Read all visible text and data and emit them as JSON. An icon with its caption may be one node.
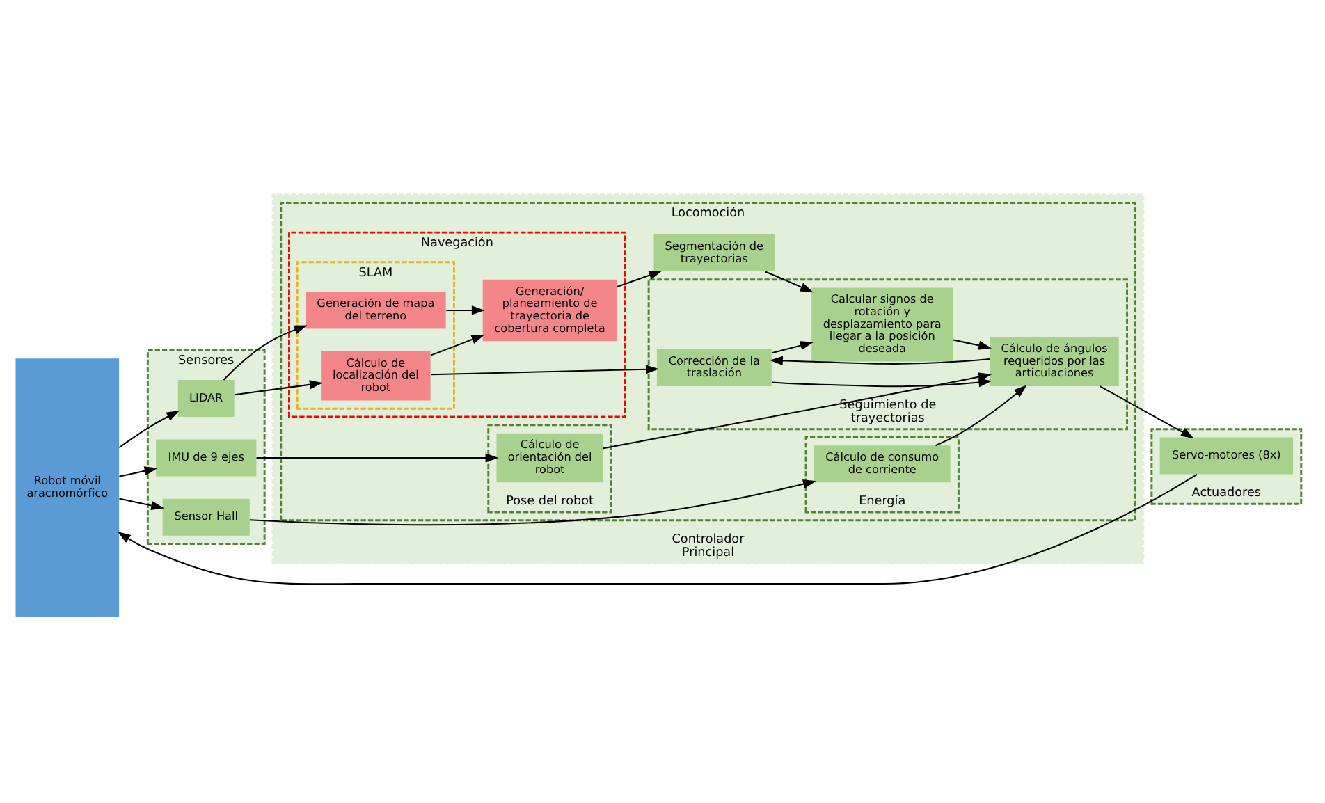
{
  "diagram": {
    "nodes": [
      {
        "text": [
          "Robot móvil aracnomórfico"
        ]
      },
      {
        "text": [
          "Sensores"
        ]
      },
      {
        "text": [
          "LIDAR"
        ],
        "in": 1
      },
      {
        "text": [
          "IMU de 9 ejes"
        ],
        "in": 1
      },
      {
        "text": [
          "Sensor Hall"
        ],
        "in": 1
      },
      {
        "text": [
          "Actuadores"
        ]
      },
      {
        "text": [
          "Servo-motores (8x)"
        ],
        "in": 5
      },
      {
        "text": [
          "Controlador Principal"
        ]
      },
      {
        "text": [
          "Locomoción"
        ],
        "in": 7
      },
      {
        "text": [
          "Navegación"
        ],
        "in": 8
      },
      {
        "text": [
          "SLAM"
        ],
        "in": 9
      },
      {
        "text": [
          "Generación de mapa del terreno"
        ],
        "in": 10
      },
      {
        "text": [
          "Cálculo de localización del robot"
        ],
        "in": 10
      },
      {
        "text": [
          "Generación/ planeamiento de trayectoria de cobertura completa"
        ],
        "in": 9
      },
      {
        "text": [
          "Segmentación de trayectorias"
        ],
        "in": 8
      },
      {
        "text": [
          "Pose del robot"
        ],
        "in": 8
      },
      {
        "text": [
          "Cálculo de orientación del robot"
        ],
        "in": 15
      },
      {
        "text": [
          "Energía"
        ],
        "in": 8
      },
      {
        "text": [
          "Cálculo de consumo de corriente"
        ],
        "in": 17
      },
      {
        "text": [
          "Seguimiento de trayectorias"
        ],
        "in": 8
      },
      {
        "text": [
          "Corrección de la traslación"
        ],
        "in": 19
      },
      {
        "text": [
          "Cálculo de ángulos requeridos por las articulaciones"
        ],
        "in": 19
      },
      {
        "text": [
          "Calcular signos de rotación y desplazamiento para llegar a la posición deseada"
        ],
        "in": 19
      }
    ],
    "edges": [
      {
        "from": 0,
        "to": 2,
        "arrow": "to"
      },
      {
        "from": 0,
        "to": 3,
        "arrow": "to"
      },
      {
        "from": 0,
        "to": 4,
        "arrow": "to"
      },
      {
        "from": 2,
        "to": 11,
        "arrow": "to"
      },
      {
        "from": 2,
        "to": 12,
        "arrow": "to"
      },
      {
        "from": 3,
        "to": 16,
        "arrow": "to"
      },
      {
        "from": 4,
        "to": 18,
        "arrow": "to"
      },
      {
        "from": 11,
        "to": 13,
        "arrow": "to"
      },
      {
        "from": 12,
        "to": 13,
        "arrow": "to"
      },
      {
        "from": 12,
        "to": 20,
        "arrow": "to"
      },
      {
        "from": 13,
        "to": 14,
        "arrow": "to"
      },
      {
        "from": 14,
        "to": 22,
        "arrow": "to"
      },
      {
        "from": 20,
        "to": 22,
        "arrow": "to"
      },
      {
        "from": 20,
        "to": 21,
        "arrow": "to"
      },
      {
        "from": 21,
        "to": 20,
        "arrow": "to"
      },
      {
        "from": 16,
        "to": 21,
        "arrow": "to"
      },
      {
        "from": 18,
        "to": 21,
        "arrow": "to"
      },
      {
        "from": 22,
        "to": 21,
        "arrow": "to"
      },
      {
        "from": 21,
        "to": 6,
        "arrow": "to"
      },
      {
        "from": 6,
        "to": 0,
        "arrow": "to"
      }
    ]
  }
}
